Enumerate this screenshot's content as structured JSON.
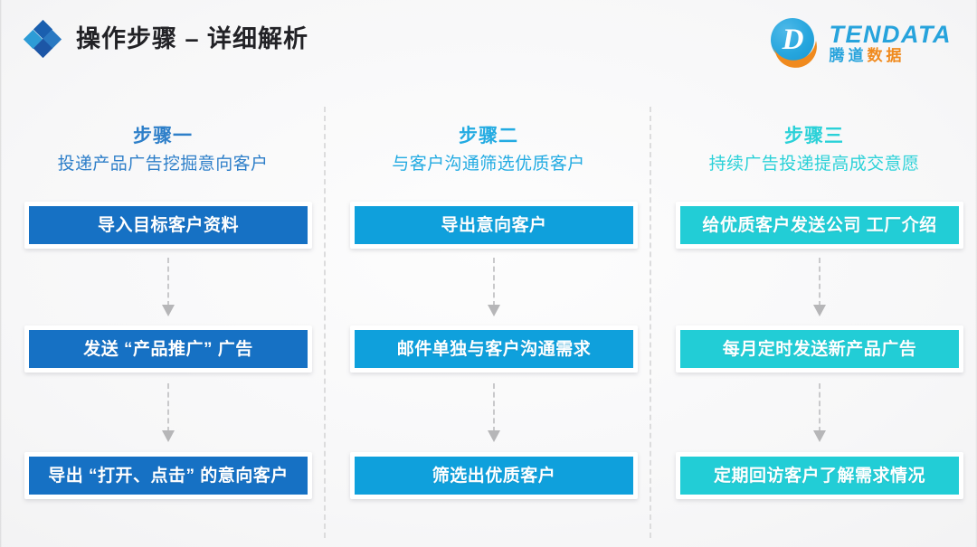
{
  "header": {
    "title": "操作步骤 – 详细解析",
    "icon": "diamond-cluster-icon",
    "logo": {
      "mark_letter": "D",
      "english": "TENDATA",
      "chinese_part1": "腾道",
      "chinese_part2": "数据"
    }
  },
  "colors": {
    "step1_accent": "#2E7FC9",
    "step1_box": "#1671C4",
    "step2_accent": "#23ABE2",
    "step2_box": "#0FA0DC",
    "step3_accent": "#2BD1D8",
    "step3_box": "#22CDD6",
    "connector": "#c9c9cb",
    "divider": "#dcdcdd",
    "title_text": "#222226",
    "background": "#f7f7f8"
  },
  "columns": [
    {
      "step_name": "步骤一",
      "step_desc": "投递产品广告挖掘意向客户",
      "accent": "#2E7FC9",
      "box_color": "#1671C4",
      "boxes": [
        "导入目标客户资料",
        "发送 “产品推广” 广告",
        "导出 “打开、点击” 的意向客户"
      ]
    },
    {
      "step_name": "步骤二",
      "step_desc": "与客户沟通筛选优质客户",
      "accent": "#23ABE2",
      "box_color": "#0FA0DC",
      "boxes": [
        "导出意向客户",
        "邮件单独与客户沟通需求",
        "筛选出优质客户"
      ]
    },
    {
      "step_name": "步骤三",
      "step_desc": "持续广告投递提高成交意愿",
      "accent": "#2BD1D8",
      "box_color": "#22CDD6",
      "boxes": [
        "给优质客户发送公司 工厂介绍",
        "每月定时发送新产品广告",
        "定期回访客户了解需求情况"
      ]
    }
  ]
}
